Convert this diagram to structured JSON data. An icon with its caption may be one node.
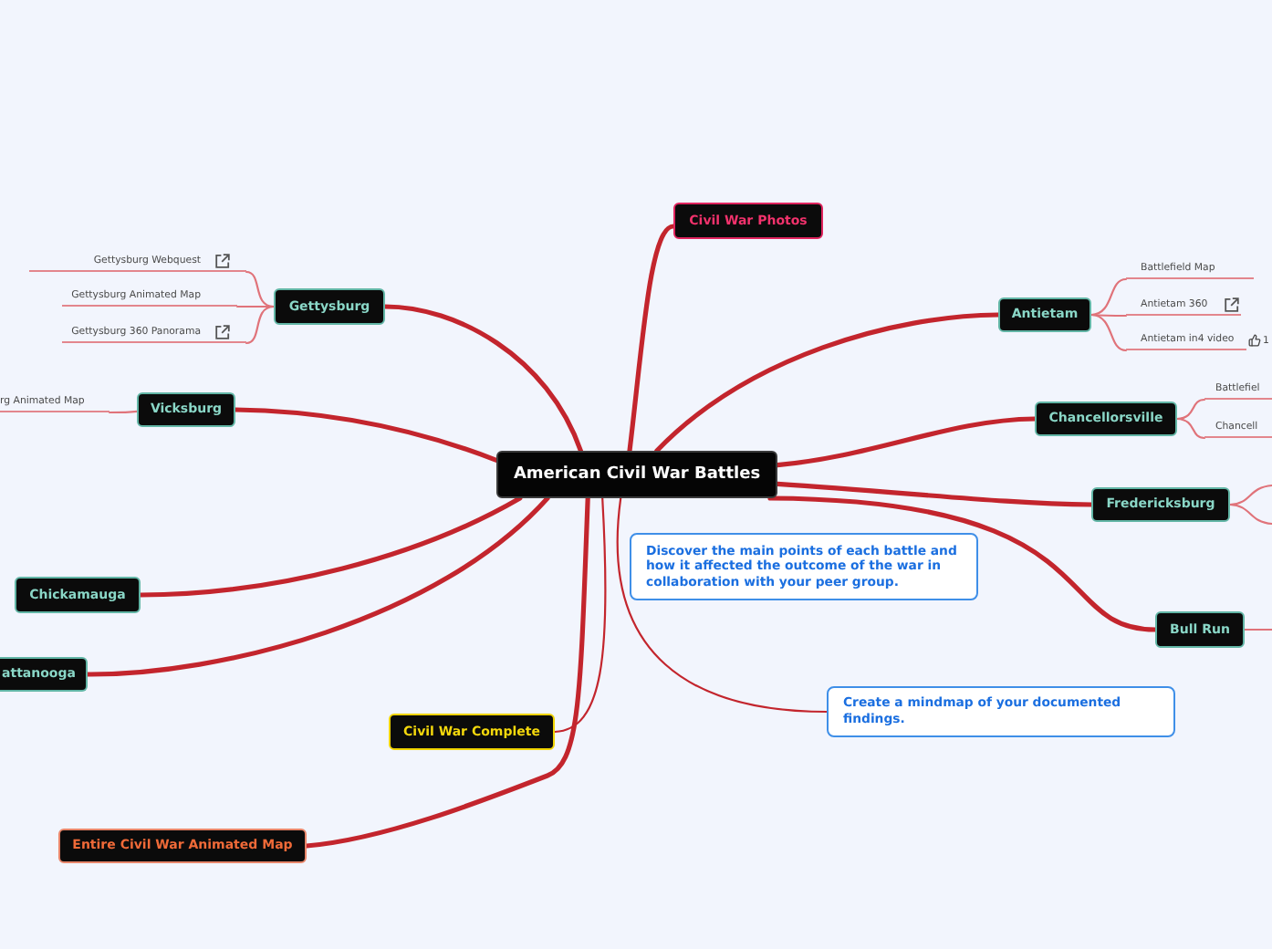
{
  "diagram": {
    "nodes": [
      {
        "text": [
          "American Civil War Battles"
        ]
      },
      {
        "text": [
          "Civil War Photos"
        ]
      },
      {
        "text": [
          "Gettysburg"
        ]
      },
      {
        "text": [
          "Gettysburg Webquest"
        ]
      },
      {
        "text": [
          "Gettysburg Animated Map"
        ]
      },
      {
        "text": [
          "Gettysburg 360 Panorama"
        ]
      },
      {
        "text": [
          "Antietam"
        ]
      },
      {
        "text": [
          "Battlefield Map"
        ]
      },
      {
        "text": [
          "Antietam 360"
        ]
      },
      {
        "text": [
          "Antietam in4 video"
        ],
        "beside": [
          "1"
        ]
      },
      {
        "text": [
          "Vicksburg"
        ]
      },
      {
        "text": [
          "rg Animated Map"
        ]
      },
      {
        "text": [
          "Chancellorsville"
        ]
      },
      {
        "text": [
          "Battlefiel"
        ]
      },
      {
        "text": [
          "Chancell"
        ]
      },
      {
        "text": [
          "Fredericksburg"
        ]
      },
      {
        "text": [
          "Discover the main points of each battle and how it affected the outcome of the war in collaboration with your peer group."
        ]
      },
      {
        "text": [
          "Bull Run"
        ]
      },
      {
        "text": [
          "Chickamauga"
        ]
      },
      {
        "text": [
          "attanooga"
        ]
      },
      {
        "text": [
          "Create a mindmap of your documented findings."
        ]
      },
      {
        "text": [
          "Civil War Complete"
        ]
      },
      {
        "text": [
          "Entire Civil War Animated Map"
        ]
      }
    ],
    "edges": [
      {
        "from": 0,
        "to": 1,
        "arrow": "none",
        "style": "thick",
        "color": "#c3252d"
      },
      {
        "from": 0,
        "to": 2,
        "arrow": "none",
        "style": "thick",
        "color": "#c3252d"
      },
      {
        "from": 2,
        "to": 3,
        "arrow": "none"
      },
      {
        "from": 2,
        "to": 4,
        "arrow": "none"
      },
      {
        "from": 2,
        "to": 5,
        "arrow": "none"
      },
      {
        "from": 0,
        "to": 6,
        "arrow": "none",
        "style": "thick",
        "color": "#c3252d"
      },
      {
        "from": 6,
        "to": 7,
        "arrow": "none"
      },
      {
        "from": 6,
        "to": 8,
        "arrow": "none"
      },
      {
        "from": 6,
        "to": 9,
        "arrow": "none"
      },
      {
        "from": 0,
        "to": 10,
        "arrow": "none",
        "style": "thick",
        "color": "#c3252d"
      },
      {
        "from": 10,
        "to": 11,
        "arrow": "none"
      },
      {
        "from": 0,
        "to": 12,
        "arrow": "none",
        "style": "thick",
        "color": "#c3252d"
      },
      {
        "from": 12,
        "to": 13,
        "arrow": "none"
      },
      {
        "from": 12,
        "to": 14,
        "arrow": "none"
      },
      {
        "from": 0,
        "to": 15,
        "arrow": "none",
        "style": "thick",
        "color": "#c3252d"
      },
      {
        "from": 15,
        "to": null,
        "arrow": "none"
      },
      {
        "from": 15,
        "to": null,
        "arrow": "none"
      },
      {
        "from": 0,
        "to": 17,
        "arrow": "none",
        "style": "thick",
        "color": "#c3252d"
      },
      {
        "from": 17,
        "to": null,
        "arrow": "none"
      },
      {
        "from": 0,
        "to": 18,
        "arrow": "none",
        "style": "thick",
        "color": "#c3252d"
      },
      {
        "from": 0,
        "to": 19,
        "arrow": "none",
        "style": "thick",
        "color": "#c3252d"
      },
      {
        "from": 0,
        "to": 20,
        "arrow": "none",
        "color": "#c3252d"
      },
      {
        "from": 0,
        "to": 21,
        "arrow": "none",
        "color": "#c3252d"
      },
      {
        "from": 0,
        "to": 22,
        "arrow": "none",
        "style": "thick",
        "color": "#c3252d"
      }
    ]
  }
}
